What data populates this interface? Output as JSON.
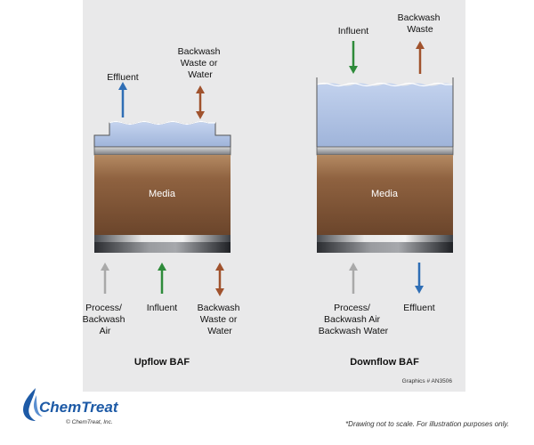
{
  "upflow": {
    "title": "Upflow BAF",
    "media_label": "Media",
    "top_left_label": "Effluent",
    "top_right_label": [
      "Backwash",
      "Waste or",
      "Water"
    ],
    "bottom_left_label": [
      "Process/",
      "Backwash",
      "Air"
    ],
    "bottom_mid_label": "Influent",
    "bottom_right_label": [
      "Backwash",
      "Waste or",
      "Water"
    ]
  },
  "downflow": {
    "title": "Downflow BAF",
    "media_label": "Media",
    "top_left_label": "Influent",
    "top_right_label": [
      "Backwash",
      "Waste"
    ],
    "bottom_left_label": [
      "Process/",
      "Backwash Air",
      "Backwash Water"
    ],
    "bottom_right_label": "Effluent"
  },
  "graphics_id": "Graphics # AN3506",
  "logo": {
    "brand": "ChemTreat",
    "copyright": "© ChemTreat, Inc."
  },
  "footnote": "*Drawing not to scale. For illustration purposes only.",
  "colors": {
    "effluent_arrow": "#2f6eb5",
    "influent_arrow": "#2e8b3a",
    "backwash_arrow": "#a0522d",
    "air_arrow": "#a9a9a9",
    "water": "#a9bde0",
    "media": "#8b5e3c",
    "brand": "#1d5aa6"
  }
}
